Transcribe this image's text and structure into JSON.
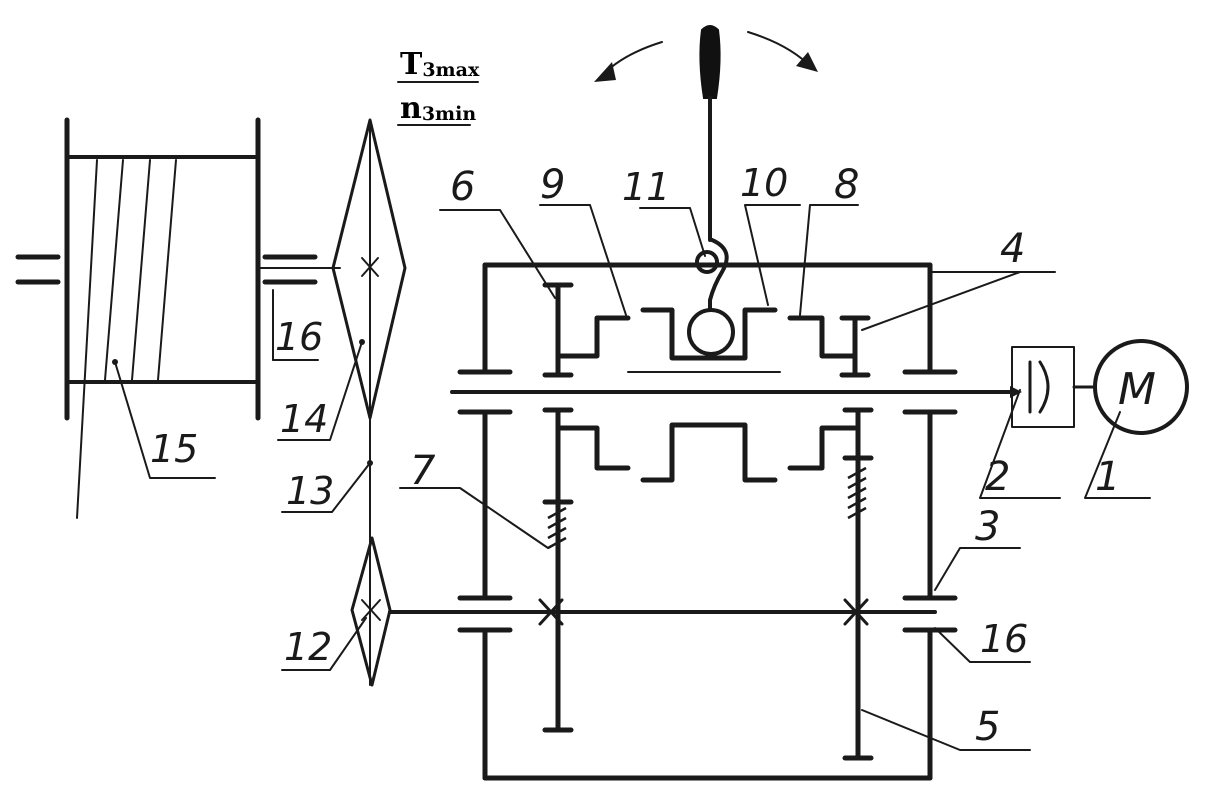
{
  "labels": {
    "l1": "1",
    "l2": "2",
    "l3": "3",
    "l4": "4",
    "l5": "5",
    "l6": "6",
    "l7": "7",
    "l8": "8",
    "l9": "9",
    "l10": "10",
    "l11": "11",
    "l12": "12",
    "l13": "13",
    "l14": "14",
    "l15": "15",
    "l16a": "16",
    "l16b": "16"
  },
  "motor": {
    "symbol": "M"
  },
  "params": {
    "torque": {
      "base": "T",
      "sub": "3max"
    },
    "speed": {
      "base": "n",
      "sub": "3min"
    }
  }
}
